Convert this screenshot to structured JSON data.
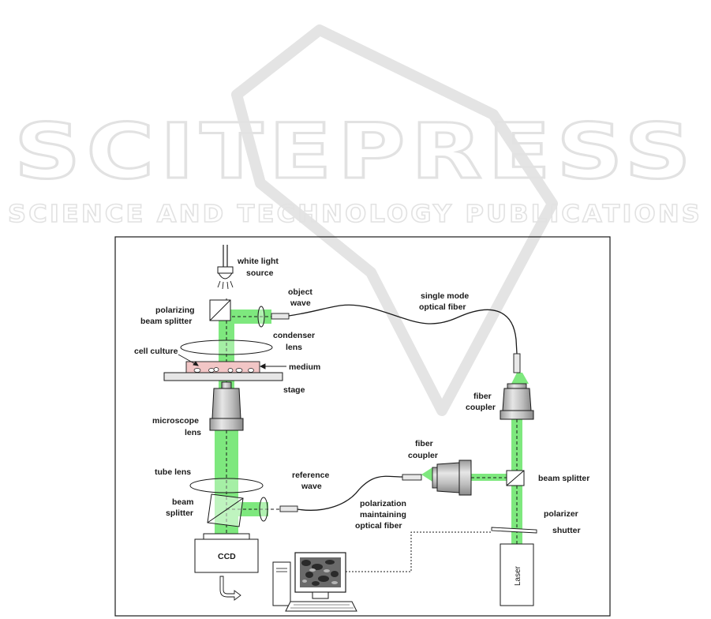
{
  "watermark": {
    "title": "SCITEPRESS",
    "subtitle": "SCIENCE AND TECHNOLOGY PUBLICATIONS"
  },
  "labels": {
    "white_light_1": "white light",
    "white_light_2": "source",
    "object_wave_1": "object",
    "object_wave_2": "wave",
    "single_mode_1": "single mode",
    "single_mode_2": "optical fiber",
    "polarizing_bs_1": "polarizing",
    "polarizing_bs_2": "beam splitter",
    "condenser_1": "condenser",
    "condenser_2": "lens",
    "cell_culture": "cell culture",
    "medium": "medium",
    "stage": "stage",
    "fiber_coupler_top_1": "fiber",
    "fiber_coupler_top_2": "coupler",
    "microscope_lens_1": "microscope",
    "microscope_lens_2": "lens",
    "fiber_coupler_mid_1": "fiber",
    "fiber_coupler_mid_2": "coupler",
    "tube_lens": "tube lens",
    "reference_wave_1": "reference",
    "reference_wave_2": "wave",
    "beam_splitter_right": "beam splitter",
    "beam_splitter_left_1": "beam",
    "beam_splitter_left_2": "splitter",
    "pm_fiber_1": "polarization",
    "pm_fiber_2": "maintaining",
    "pm_fiber_3": "optical fiber",
    "polarizer": "polarizer",
    "shutter": "shutter",
    "ccd": "CCD",
    "laser": "Laser"
  },
  "colors": {
    "beam": "#7ee87e",
    "beam_dark": "#2fa62f",
    "medium_fill": "#f2c6c6",
    "line": "#1a1a1a",
    "lens_gray": "#d0d0d0"
  }
}
